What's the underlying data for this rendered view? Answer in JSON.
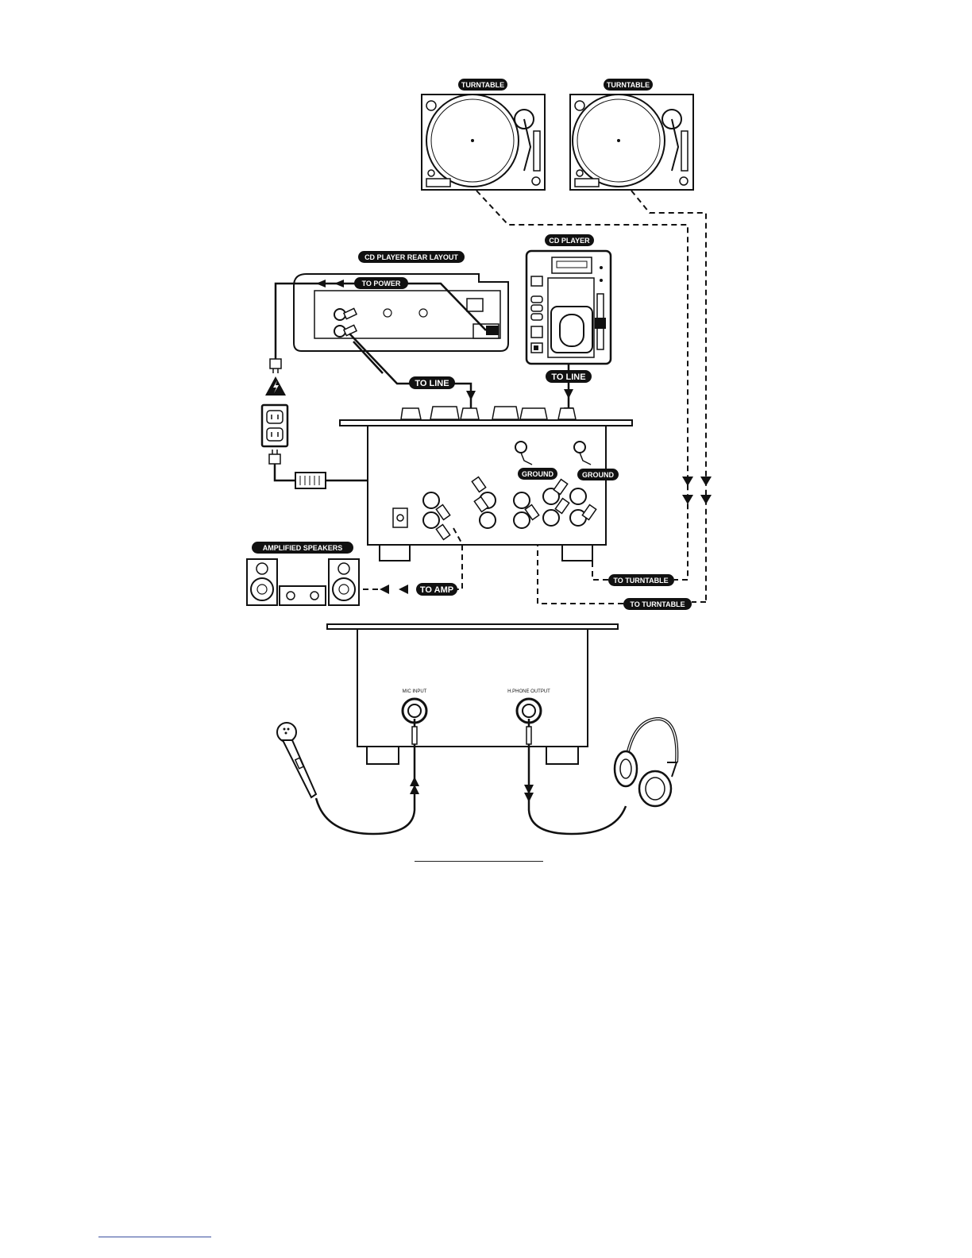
{
  "labels": {
    "turntable_left": "TURNTABLE",
    "turntable_right": "TURNTABLE",
    "cd_player_rear_layout": "CD PLAYER REAR LAYOUT",
    "to_power": "TO POWER",
    "cd_player": "CD PLAYER",
    "to_line_left": "TO LINE",
    "to_line_right": "TO LINE",
    "ground_left": "GROUND",
    "ground_right": "GROUND",
    "amplified_speakers": "AMPLIFIED SPEAKERS",
    "to_amp": "TO AMP",
    "to_turntable_1": "TO TURNTABLE",
    "to_turntable_2": "TO TURNTABLE",
    "mic_input": "MIC INPUT",
    "hphone_output": "H.PHONE OUTPUT"
  },
  "icons": [
    "turntable-icon",
    "cd-player-icon",
    "cd-player-rear-icon",
    "mixer-icon",
    "power-outlet-icon",
    "warning-icon",
    "speakers-icon",
    "microphone-icon",
    "headphones-icon"
  ],
  "colors": {
    "line": "#111111",
    "label_bg": "#111111",
    "label_text": "#ffffff",
    "footer_rule": "#3a4fa0"
  }
}
